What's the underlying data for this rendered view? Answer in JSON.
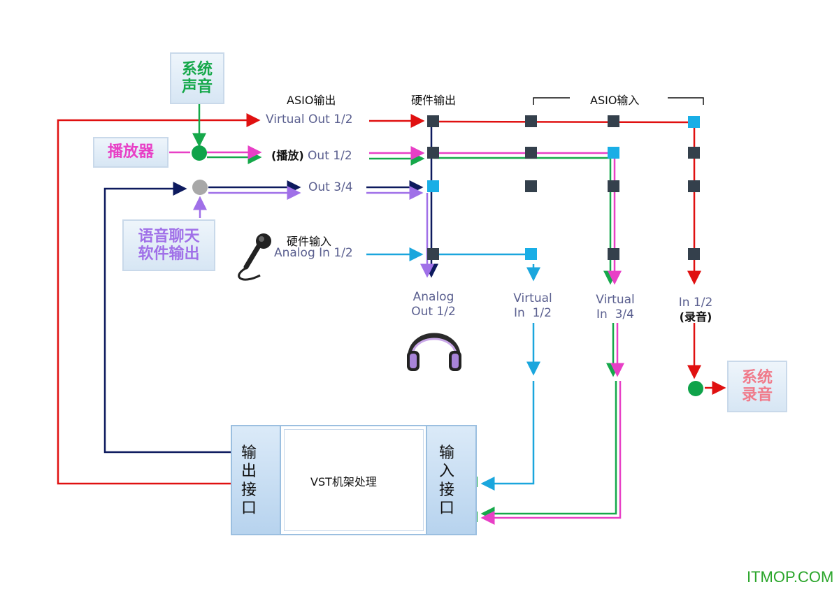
{
  "sources": {
    "system_sound": [
      "系统",
      "声音"
    ],
    "player": "播放器",
    "chat_output": [
      "语音聊天",
      "软件输出"
    ]
  },
  "headers": {
    "asio_out": "ASIO输出",
    "hw_out": "硬件输出",
    "asio_in": "ASIO输入",
    "hw_in": "硬件输入"
  },
  "rows": {
    "virtual_out": "Virtual Out 1/2",
    "play_prefix": "(播放)",
    "out12": "Out 1/2",
    "out34": "Out 3/4",
    "analog_in": "Analog In 1/2"
  },
  "columns": {
    "analog_out": [
      "Analog",
      "Out 1/2"
    ],
    "virtual_in12": [
      "Virtual",
      "In  1/2"
    ],
    "virtual_in34": [
      "Virtual",
      "In  3/4"
    ],
    "in12": "In 1/2",
    "in12_note": "(录音)"
  },
  "record": [
    "系统",
    "录音"
  ],
  "vst": {
    "output_port": [
      "输",
      "出",
      "接",
      "口"
    ],
    "input_port": [
      "输",
      "入",
      "接",
      "口"
    ],
    "rack": "VST机架处理"
  },
  "watermark": "ITMOP.COM",
  "colors": {
    "red": "#e01010",
    "magenta": "#e83fc6",
    "green": "#15a84a",
    "navy": "#0d1a5e",
    "purple": "#a070e8",
    "cyan": "#1aa6dd",
    "node": "#34404c",
    "node_active": "#19aee6"
  }
}
